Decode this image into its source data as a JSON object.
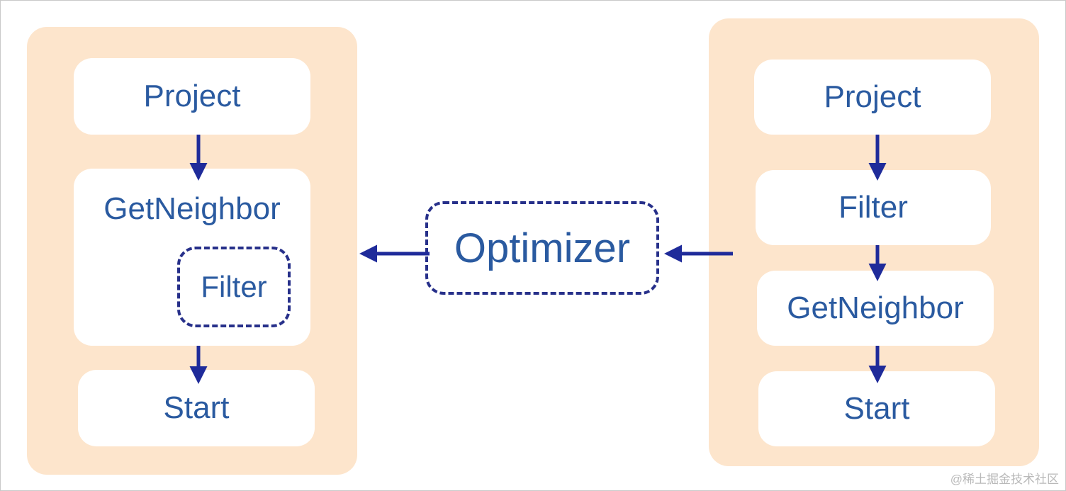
{
  "left_plan": {
    "project": "Project",
    "get_neighbor": "GetNeighbor",
    "filter": "Filter",
    "start": "Start"
  },
  "optimizer": "Optimizer",
  "right_plan": {
    "project": "Project",
    "filter": "Filter",
    "get_neighbor": "GetNeighbor",
    "start": "Start"
  },
  "watermark": "@稀土掘金技术社区",
  "colors": {
    "panel": "#fde5cc",
    "text": "#2a5aa0",
    "arrow": "#1f2b9a",
    "dashed_border": "#27308a"
  }
}
